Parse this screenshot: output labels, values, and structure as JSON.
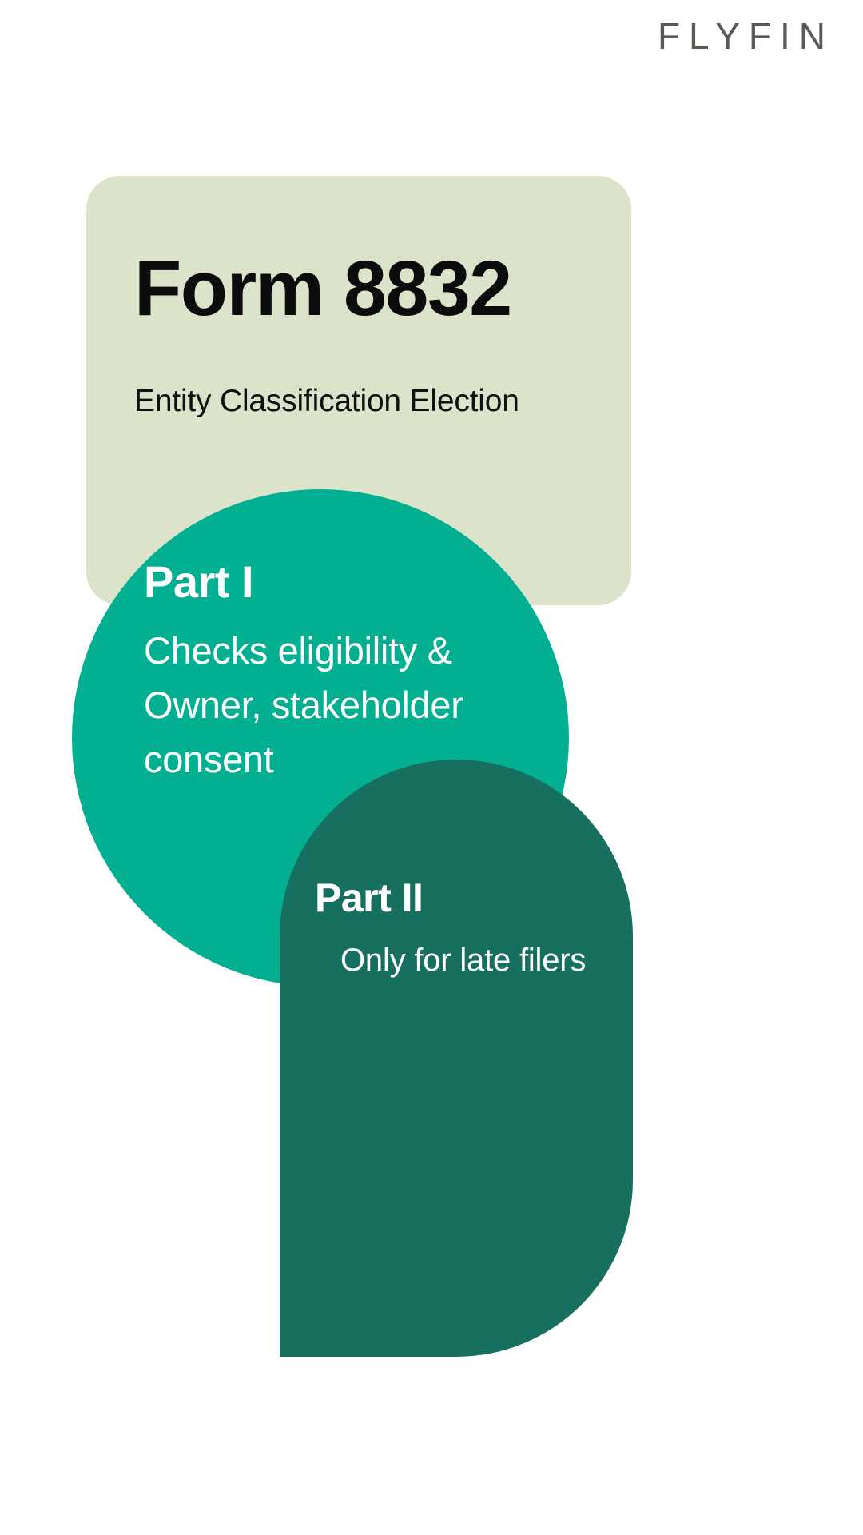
{
  "brand": {
    "name": "FLYFIN",
    "color": "#585B54"
  },
  "palette": {
    "background": "#FFFFFF",
    "card_sage": "#DCE3CB",
    "green_primary": "#03AF91",
    "teal_dark": "#176F60",
    "text_dark": "#0B0C0B",
    "text_light": "#FFFFFF"
  },
  "title_card": {
    "title": "Form 8832",
    "subtitle": "Entity Classification Election"
  },
  "sections": [
    {
      "label": "Part I",
      "lines": [
        "Checks eligibility &",
        "Owner, stakeholder",
        "consent"
      ]
    },
    {
      "label": "Part II",
      "description": "Only for late filers"
    }
  ]
}
